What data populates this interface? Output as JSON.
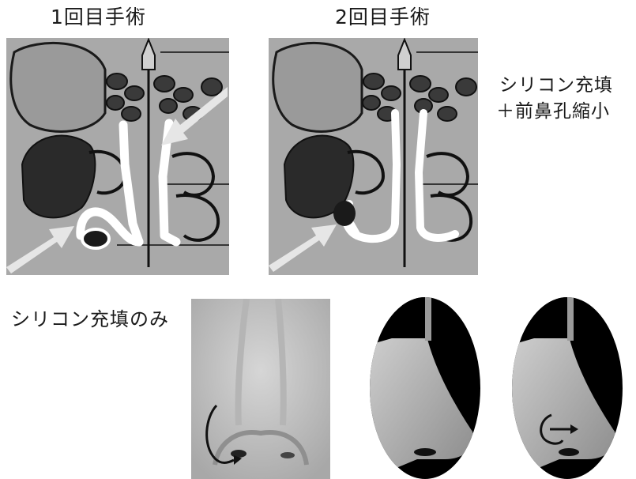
{
  "figure": {
    "first_surgery_label": "1回目手術",
    "second_surgery_label": "2回目手術",
    "second_caption_line1": "シリコン充填",
    "second_caption_line2": "＋前鼻孔縮小",
    "first_caption": "シリコン充填のみ"
  },
  "colors": {
    "illustration_bg": "#a9a9a9",
    "ink": "#1a1a1a",
    "implant": "#ffffff",
    "arrow": "#e6e6e6",
    "photo_bg": "#000000",
    "skin": "#c8c8c8"
  },
  "icons": {
    "arrow": "arrow-icon",
    "curved_arrow": "curved-arrow-icon"
  }
}
